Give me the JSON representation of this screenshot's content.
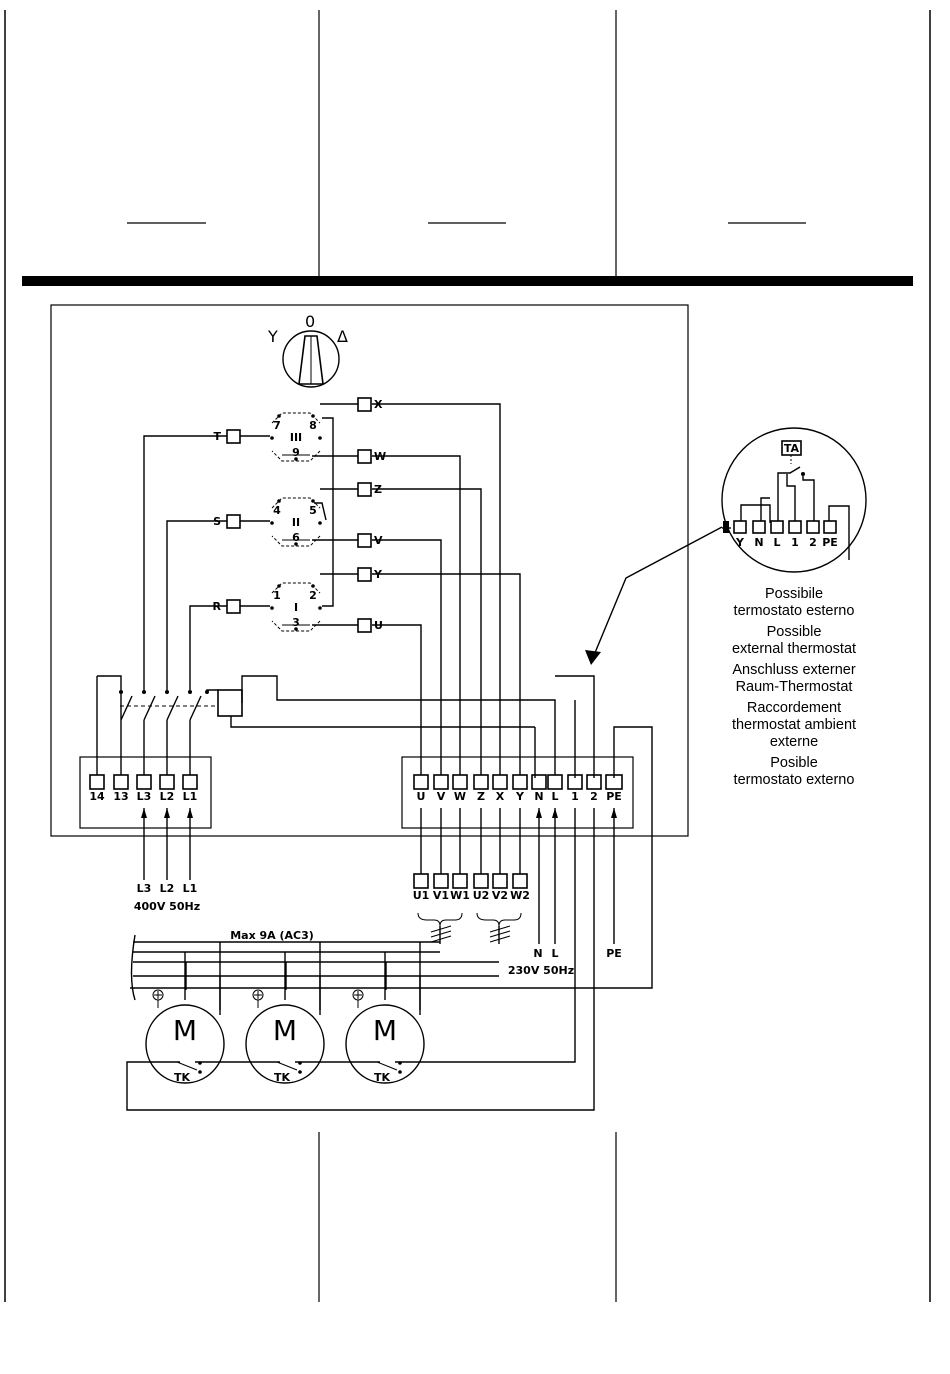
{
  "colors": {
    "ink": "#000000",
    "paper": "#ffffff"
  },
  "switch": {
    "labels": {
      "star": "Y",
      "off": "0",
      "delta": "Δ"
    },
    "stage3": {
      "top_left": "7",
      "top_right": "8",
      "center": "III",
      "bottom": "9"
    },
    "stage2": {
      "top_left": "4",
      "top_right": "5",
      "center": "II",
      "bottom": "6"
    },
    "stage1": {
      "top_left": "1",
      "top_right": "2",
      "center": "I",
      "bottom": "3"
    },
    "inputs": [
      "T",
      "S",
      "R"
    ],
    "outputs": [
      "X",
      "W",
      "Z",
      "V",
      "Y",
      "U"
    ]
  },
  "main_block": {
    "terminals": [
      "14",
      "13",
      "L3",
      "L2",
      "L1"
    ]
  },
  "supply": {
    "lines": [
      "L3",
      "L2",
      "L1"
    ],
    "voltage": "400V 50Hz"
  },
  "motor_block": {
    "terminals": [
      "U",
      "V",
      "W",
      "Z",
      "X",
      "Y",
      "N",
      "L",
      "1",
      "2",
      "PE"
    ]
  },
  "motor_terminals": [
    "U1",
    "V1",
    "W1",
    "U2",
    "V2",
    "W2"
  ],
  "aux_supply": {
    "neutral": "N",
    "line": "L",
    "earth": "PE",
    "voltage": "230V 50Hz"
  },
  "bus": {
    "label": "Max 9A (AC3)"
  },
  "motors": [
    {
      "symbol": "M",
      "thermal": "TK"
    },
    {
      "symbol": "M",
      "thermal": "TK"
    },
    {
      "symbol": "M",
      "thermal": "TK"
    }
  ],
  "thermostat": {
    "symbol": "TA",
    "terminals": [
      "Y",
      "N",
      "L",
      "1",
      "2",
      "PE"
    ],
    "captions": [
      [
        "Possibile",
        "termostato esterno"
      ],
      [
        "Possible",
        "external thermostat"
      ],
      [
        "Anschluss externer",
        "Raum-Thermostat"
      ],
      [
        "Raccordement",
        "thermostat ambient",
        "externe"
      ],
      [
        "Posible",
        "termostato externo"
      ]
    ]
  }
}
